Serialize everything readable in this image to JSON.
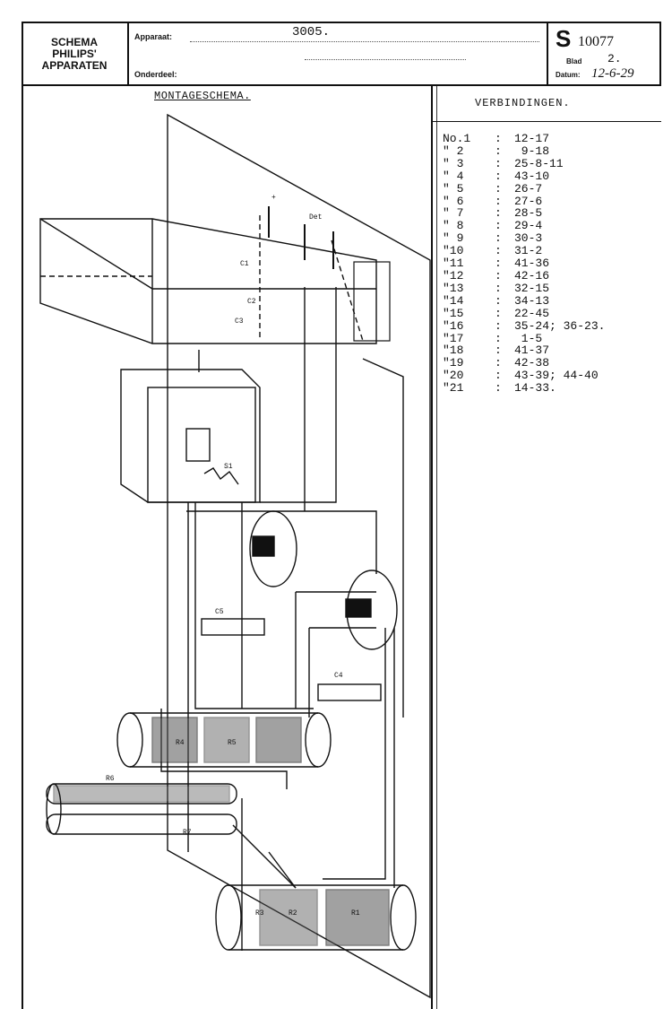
{
  "header": {
    "brand_lines": [
      "SCHEMA",
      "PHILIPS'",
      "APPARATEN"
    ],
    "apparaat_label": "Apparaat:",
    "apparaat_value": "3005.",
    "onderdeel_label": "Onderdeel:",
    "ref_letter": "S",
    "ref_number": "10077",
    "blad_label": "Blad",
    "blad_value": "2.",
    "datum_label": "Datum:",
    "datum_value": "12-6-29"
  },
  "diagram": {
    "title": "MONTAGESCHEMA.",
    "labels": {
      "plus": "+",
      "det": "Det",
      "c1": "C1",
      "c2": "C2",
      "c3": "C3",
      "c4": "C4",
      "c5": "C5",
      "s1": "S1",
      "r1": "R1",
      "r2": "R2",
      "r3": "R3",
      "r4": "R4",
      "r5": "R5",
      "r6": "R6",
      "r7": "R7"
    }
  },
  "connections": {
    "title": "VERBINDINGEN.",
    "items": [
      {
        "no": "No.1",
        "value": "12-17"
      },
      {
        "no": "\" 2",
        "value": " 9-18"
      },
      {
        "no": "\" 3",
        "value": "25-8-11"
      },
      {
        "no": "\" 4",
        "value": "43-10"
      },
      {
        "no": "\" 5",
        "value": "26-7"
      },
      {
        "no": "\" 6",
        "value": "27-6"
      },
      {
        "no": "\" 7",
        "value": "28-5"
      },
      {
        "no": "\" 8",
        "value": "29-4"
      },
      {
        "no": "\" 9",
        "value": "30-3"
      },
      {
        "no": "\"10",
        "value": "31-2"
      },
      {
        "no": "\"11",
        "value": "41-36"
      },
      {
        "no": "\"12",
        "value": "42-16"
      },
      {
        "no": "\"13",
        "value": "32-15"
      },
      {
        "no": "\"14",
        "value": "34-13"
      },
      {
        "no": "\"15",
        "value": "22-45"
      },
      {
        "no": "\"16",
        "value": "35-24; 36-23."
      },
      {
        "no": "\"17",
        "value": " 1-5"
      },
      {
        "no": "\"18",
        "value": "41-37"
      },
      {
        "no": "\"19",
        "value": "42-38"
      },
      {
        "no": "\"20",
        "value": "43-39; 44-40"
      },
      {
        "no": "\"21",
        "value": "14-33."
      }
    ]
  }
}
